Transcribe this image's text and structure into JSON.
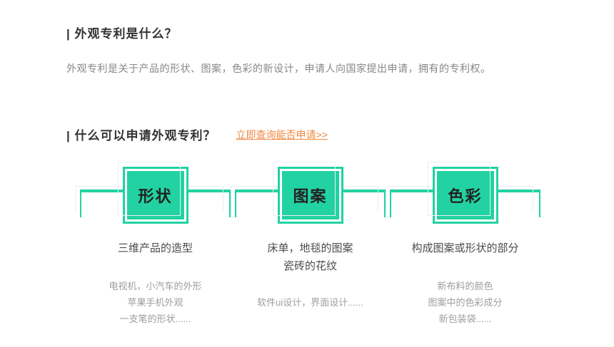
{
  "colors": {
    "accent_green": "#22d2a2",
    "link_orange": "#f0883f",
    "heading_text": "#333333",
    "paragraph_text": "#878787",
    "caption_title_text": "#4b4b4b",
    "caption_detail_text": "#9d9d9d",
    "shadow_gray": "#e9edf0"
  },
  "what_is": {
    "title": "| 外观专利是什么？",
    "description": "外观专利是关于产品的形状、图案，色彩的新设计，申请人向国家提出申请，拥有的专利权。"
  },
  "apply": {
    "title": "| 什么可以申请外观专利？",
    "link_label": "立即查询能否申请>>"
  },
  "diagram": {
    "items": [
      {
        "box_label": "形状",
        "title_lines": [
          "三维产品的造型"
        ],
        "details": [
          "电视机，小汽车的外形",
          "苹果手机外观",
          "一支笔的形状......"
        ]
      },
      {
        "box_label": "图案",
        "title_lines": [
          "床单，地毯的图案",
          "瓷砖的花纹"
        ],
        "details": [
          "软件ui设计，界面设计......"
        ]
      },
      {
        "box_label": "色彩",
        "title_lines": [
          "构成图案或形状的部分"
        ],
        "details": [
          "新布料的颜色",
          "图案中的色彩成分",
          "新包装袋......"
        ]
      }
    ]
  }
}
